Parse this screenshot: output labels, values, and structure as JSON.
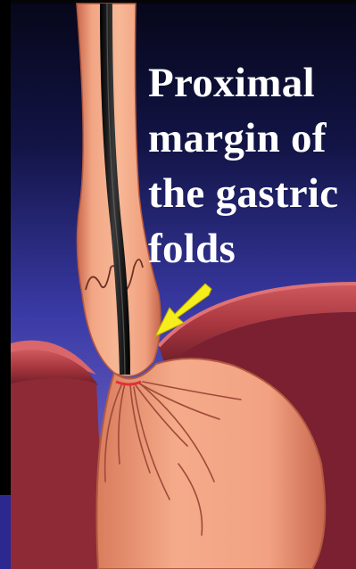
{
  "caption": {
    "lines": [
      "Proximal",
      "margin of",
      "the gastric",
      "folds"
    ]
  },
  "colors": {
    "background_top": "#0c0c2e",
    "background_bottom": "#6a62c8",
    "tissue": "#f0a07e",
    "tissue_shadow": "#c8694e",
    "diaphragm": "#b8434a",
    "endoscope": "#1a1a1a",
    "arrow": "#f4ee1a",
    "text": "#ffffff"
  },
  "icons": [
    "arrow-icon"
  ]
}
